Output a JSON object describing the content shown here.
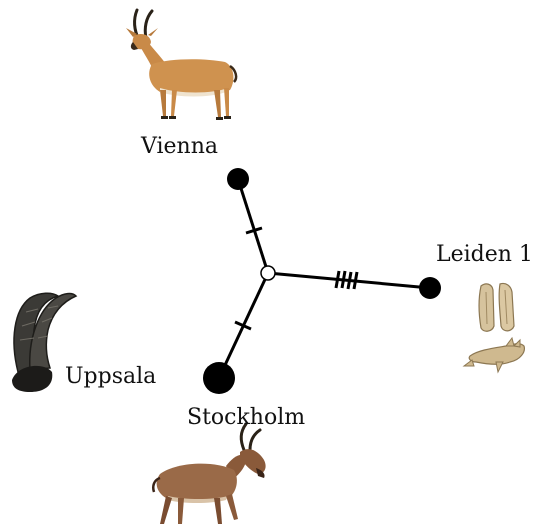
{
  "nodes": {
    "vienna": "Vienna",
    "leiden": "Leiden 1",
    "uppsala": "Uppsala",
    "stockholm": "Stockholm"
  },
  "mutations": {
    "vienna_branch": 1,
    "stockholm_branch": 1,
    "leiden_branch": 4
  },
  "illustrations": {
    "vienna": "gazelle-illustration",
    "leiden": "bone-fragments-illustration",
    "uppsala": "ibex-horns-illustration",
    "stockholm": "antelope-illustration"
  }
}
